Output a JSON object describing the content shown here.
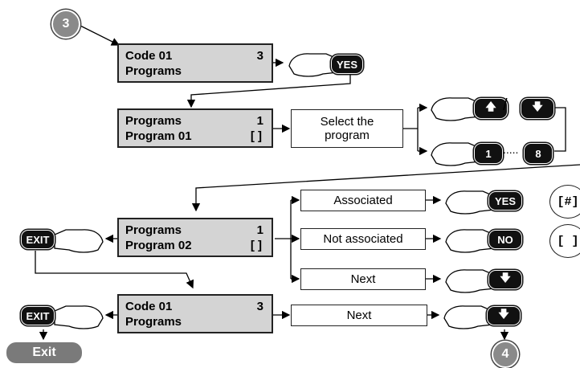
{
  "step_start": "3",
  "step_end": "4",
  "screens": {
    "s1": {
      "line1_left": "Code 01",
      "line1_right": "3",
      "line2_left": "Programs",
      "line2_right": ""
    },
    "s2": {
      "line1_left": "Programs",
      "line1_right": "1",
      "line2_left": "Program 01",
      "line2_right": "[ ]"
    },
    "s3": {
      "line1_left": "Programs",
      "line1_right": "1",
      "line2_left": "Program 02",
      "line2_right": "[ ]"
    },
    "s4": {
      "line1_left": "Code 01",
      "line1_right": "3",
      "line2_left": "Programs",
      "line2_right": ""
    }
  },
  "actions": {
    "select_program": "Select the program",
    "associated": "Associated",
    "not_associated": "Not associated",
    "next": "Next",
    "next2": "Next",
    "or_sep": "/",
    "range_sep": "....."
  },
  "keys": {
    "yes": "YES",
    "yes2": "YES",
    "no": "NO",
    "exit": "EXIT",
    "exit2": "EXIT",
    "one": "1",
    "eight": "8"
  },
  "status": {
    "associated": "[#]",
    "not_associated": "[ ]"
  },
  "exit_button": "Exit"
}
